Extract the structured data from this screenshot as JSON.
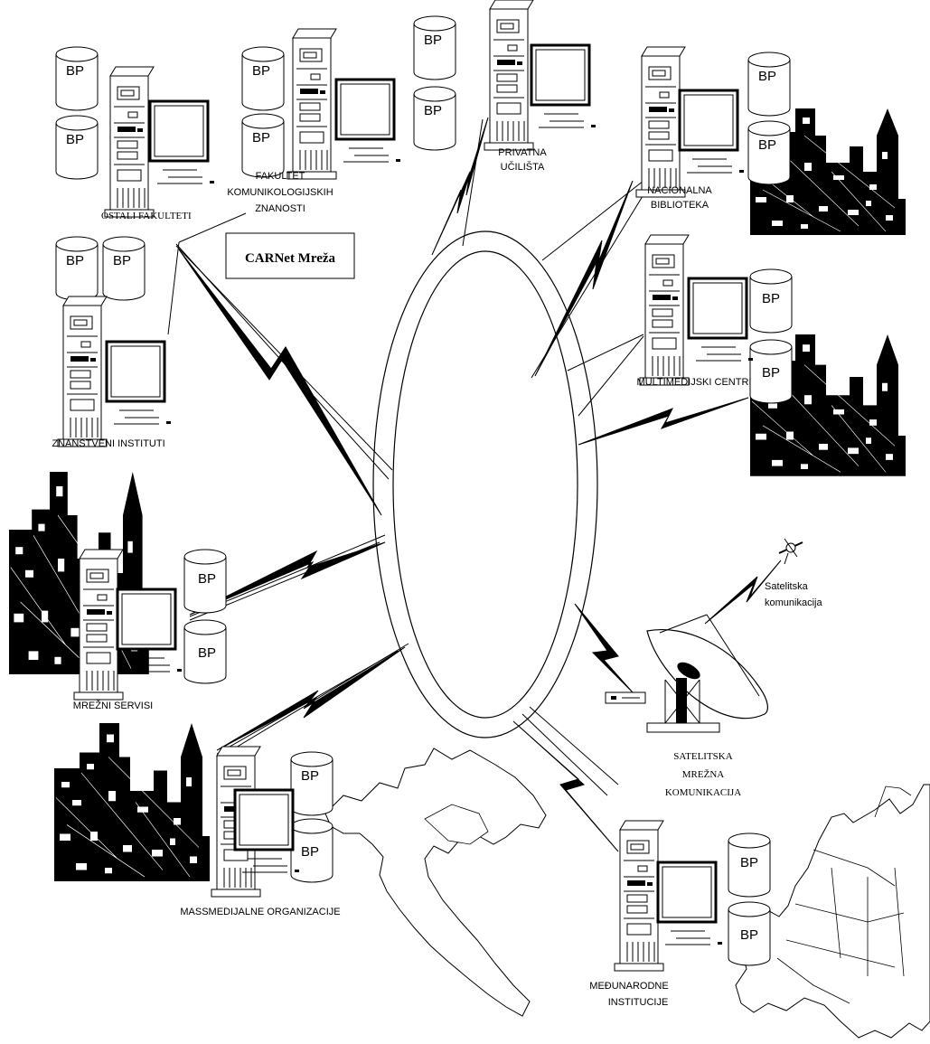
{
  "diagram": {
    "network_label": "CARNet Mreža",
    "db_label": "BP",
    "nodes": {
      "ostali_fakulteti": "OSTALI FAKULTETI",
      "fakultet_line1": "FAKULTET",
      "fakultet_line2": "KOMUNIKOLOGIJSKIH",
      "fakultet_line3": "ZNANOSTI",
      "privatna_line1": "PRIVATNA",
      "privatna_line2": "UČILIŠTA",
      "nacionalna_line1": "NACIONALNA",
      "nacionalna_line2": "BIBLIOTEKA",
      "multimedijski": "MULTIMEDIJSKI CENTRI",
      "znanstveni": "ZNANSTVENI INSTITUTI",
      "mrezni_servisi": "MREŽNI  SERVISI",
      "massmedijalne": "MASSMEDIJALNE  ORGANIZACIJE",
      "medunarodne_line1": "MEĐUNARODNE",
      "medunarodne_line2": "INSTITUCIJE",
      "satelitska_line1": "SATELITSKA",
      "satelitska_line2": "MREŽNA",
      "satelitska_line3": "KOMUNIKACIJA",
      "sat_kom_line1": "Satelitska",
      "sat_kom_line2": "komunikacija"
    },
    "colors": {
      "ink": "#000000",
      "paper": "#ffffff"
    }
  }
}
